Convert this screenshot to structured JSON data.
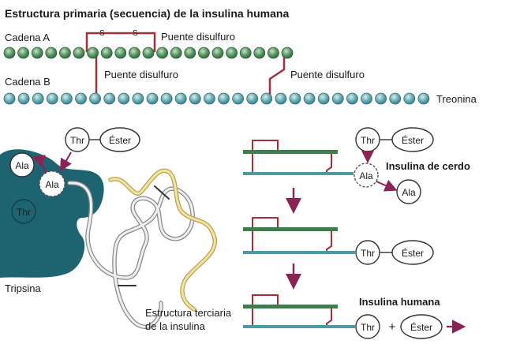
{
  "title": "Estructura primaria (secuencia) de la insulina humana",
  "chain_a_label": "Cadena A",
  "chain_b_label": "Cadena B",
  "ss_label": "S",
  "bridge_label": "Puente disulfuro",
  "threonine_label": "Treonina",
  "thr": "Thr",
  "ala": "Ala",
  "ester": "Éster",
  "plus": "+",
  "tripsina_label": "Tripsina",
  "tertiary_label_line1": "Estructura terciaria",
  "tertiary_label_line2": "de la insulina",
  "pig_insulin_label": "Insulina de cerdo",
  "human_insulin_label": "Insulina humana",
  "colors": {
    "chain_a": "#3f7d4e",
    "chain_b": "#4c9aa3",
    "bridge": "#a0303a",
    "enzyme": "#1d6470",
    "arrow": "#8b2455",
    "tertiary_yellow": "#e3cf7d"
  }
}
